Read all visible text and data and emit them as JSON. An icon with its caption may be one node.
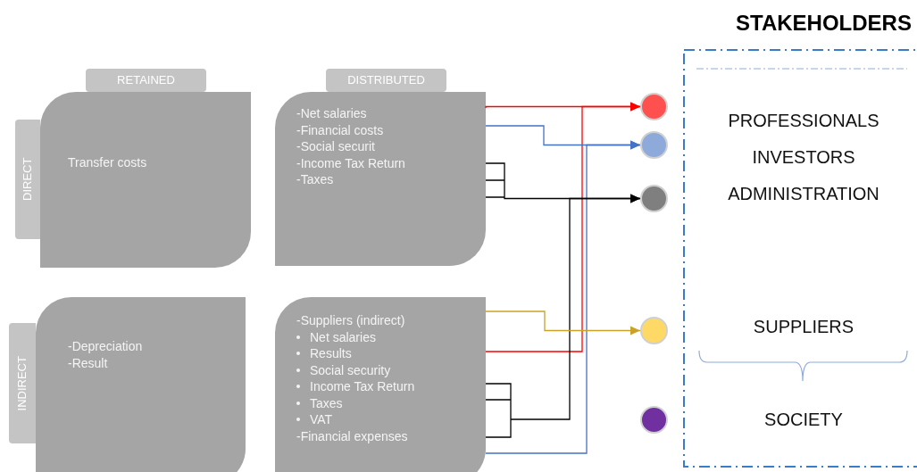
{
  "diagram": {
    "nodes": [
      {
        "text": [
          "RETAINED"
        ]
      },
      {
        "text": [
          "DISTRIBUTED"
        ]
      },
      {
        "text": [
          "DIRECT"
        ]
      },
      {
        "text": [
          "INDIRECT"
        ]
      },
      {
        "text": [
          "Transfer costs"
        ]
      },
      {
        "text": [
          "-Net salaries",
          "-Financial costs",
          "-Social securit",
          "-Income Tax Return",
          "-Taxes"
        ]
      },
      {
        "text": [
          "-Depreciation",
          "-Result"
        ]
      },
      {
        "text": [
          "-Suppliers (indirect)",
          "Net salaries",
          "Results",
          "Social security",
          "Income Tax Return",
          "Taxes",
          "VAT",
          "-Financial expenses"
        ]
      },
      {
        "text": [],
        "shape": "circle"
      },
      {
        "text": [],
        "shape": "circle"
      },
      {
        "text": [],
        "shape": "circle"
      },
      {
        "text": [],
        "shape": "circle"
      },
      {
        "text": [],
        "shape": "circle"
      },
      {
        "text": [
          "STAKEHOLDERS",
          "PROFESSIONALS",
          "INVESTORS",
          "ADMINISTRATION",
          "SUPPLIERS",
          "SOCIETY"
        ]
      }
    ],
    "edges": [
      {
        "from": 5,
        "to": 8,
        "arrow": "to",
        "color": "#ff0000"
      },
      {
        "from": 7,
        "to": 8,
        "arrow": "to",
        "color": "#ff0000"
      },
      {
        "from": 5,
        "to": 9,
        "arrow": "to",
        "color": "#4472c4"
      },
      {
        "from": 7,
        "to": 9,
        "arrow": "to",
        "color": "#4472c4"
      },
      {
        "from": 5,
        "to": 10,
        "arrow": "to",
        "color": "#000000"
      },
      {
        "from": 7,
        "to": 10,
        "arrow": "to",
        "color": "#000000"
      },
      {
        "from": 7,
        "to": 11,
        "arrow": "to",
        "color": "#c9a227"
      }
    ]
  }
}
